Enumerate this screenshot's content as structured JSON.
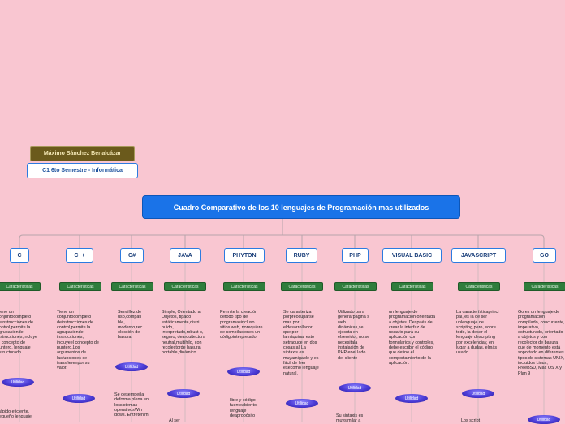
{
  "author": "Máximo Sánchez Benalcázar",
  "course": "C1 6to Semestre - Informática",
  "root": "Cuadro Comparativo de los 10 lenguajes de Programación mas utilizados",
  "languages": [
    {
      "name": "C",
      "caracteristicas": "Caracteristicas",
      "utilidad": "Utilidad",
      "desc": "Tiene un conjuntocompleto deinstrucciones de control,permite la agrupaciónde instrucciones,Incluye el concepto de puntero, lenguaje estructurado.",
      "util_desc": "Rápido eficiente, pequeño lenguaje"
    },
    {
      "name": "C++",
      "caracteristicas": "Caracteristicas",
      "utilidad": "Utilidad",
      "desc": "Tiene un conjuntocompleto deinstrucciones de control,permite la agrupaciónde instrucciones, incluyeel concepto de puntero,Los argumentos de lasfunciones se transfierenpor su valor.",
      "util_desc": ""
    },
    {
      "name": "C#",
      "caracteristicas": "Caracteristicas",
      "utilidad": "Utilidad",
      "desc": "Sencillez de uso,compati ble, moderno,rec olección de basura.",
      "util_desc": "Se desempeña deforma plena en lossistemas operativosWin dows. Entretenim"
    },
    {
      "name": "JAVA",
      "caracteristicas": "Caracteristicas",
      "utilidad": "Utilidad",
      "desc": "Simple, Orientado a Objetos, tipado estáticamente,distri buido, Interpretado,robust o, seguro, dearquitectura neutral,multihilo, con recolectorde basura, portable,dinámico.",
      "util_desc": "Al ser"
    },
    {
      "name": "PHYTON",
      "caracteristicas": "Caracteristicas",
      "utilidad": "Utilidad",
      "desc": "Permite la creación detodo tipo de programasincluso sitios web, norequiere de compilaciones un códigointerpretado.",
      "util_desc": "libre y código fuenteabier to, lenguaje deapropósito"
    },
    {
      "name": "RUBY",
      "caracteristicas": "Caracteristicas",
      "utilidad": "Utilidad",
      "desc": "Se caracteriza porpreocuparse mas por eldesarrollador que por lamáquina, esto setraduce en dos cosas:a) La sintaxis es muyamigable y es fácil de leer esecomo lenguaje natural.",
      "util_desc": ""
    },
    {
      "name": "PHP",
      "caracteristicas": "Caracteristicas",
      "utilidad": "Utilidad",
      "desc": "Utilizado para generarpágina s web dinámicas,se ejecuta en elservidor, no se necesitala instalación de PHP enel lado del cliente",
      "util_desc": "Su sintaxis es muysimilar a"
    },
    {
      "name": "VISUAL BASIC",
      "caracteristicas": "Caracteristicas",
      "utilidad": "Utilidad",
      "desc": "un lenguaje de programación orientada a objetos. Después de crear la interfaz de usuario para su aplicación con formularios y controles, debe escribir el código que define el comportamiento de la aplicación.",
      "util_desc": ""
    },
    {
      "name": "JAVASCRIPT",
      "caracteristicas": "Caracteristicas",
      "utilidad": "Utilidad",
      "desc": "La característicaprinci pal, es la de ser unlenguaje de scripting,pero, sobre todo, la deser el lenguaje descripting por excelenciay, en lugar a dudas, elmás usado",
      "util_desc": "Los script"
    },
    {
      "name": "GO",
      "caracteristicas": "Caracteristicas",
      "utilidad": "Utilidad",
      "desc": "Go es un lenguaje de programación compilado, concurrente, imperativo, estructurado, orientado a objetos y con recolector de basura que de momento está soportado en diferentes tipos de sistemas UNIX, incluidos Linux, FreeBSD, Mac OS X y Plan 9",
      "util_desc": ""
    }
  ]
}
